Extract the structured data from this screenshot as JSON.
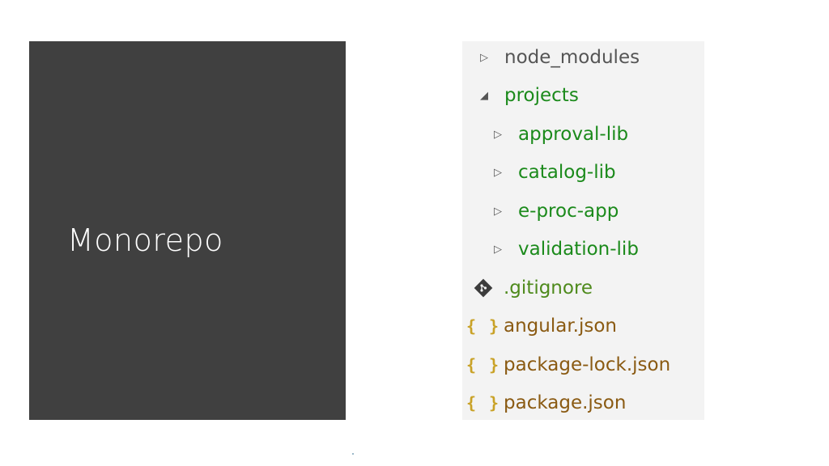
{
  "slide": {
    "title": "Monorepo"
  },
  "explorer": {
    "items": [
      {
        "label": "node_modules",
        "state": "collapsed",
        "color": "#555555"
      },
      {
        "label": "projects",
        "state": "expanded",
        "color": "#1b8a1b"
      },
      {
        "label": "approval-lib",
        "state": "collapsed",
        "color": "#1b8a1b"
      },
      {
        "label": "catalog-lib",
        "state": "collapsed",
        "color": "#1b8a1b"
      },
      {
        "label": "e-proc-app",
        "state": "collapsed",
        "color": "#1b8a1b"
      },
      {
        "label": "validation-lib",
        "state": "collapsed",
        "color": "#1b8a1b"
      },
      {
        "label": ".gitignore",
        "icon": "git-icon",
        "color": "#4e8a1c"
      },
      {
        "label": "angular.json",
        "icon": "json-icon",
        "color": "#8a5a12"
      },
      {
        "label": "package-lock.json",
        "icon": "json-icon",
        "color": "#8a5a12"
      },
      {
        "label": "package.json",
        "icon": "json-icon",
        "color": "#8a5a12"
      }
    ],
    "json_icon_text": "{ }"
  }
}
